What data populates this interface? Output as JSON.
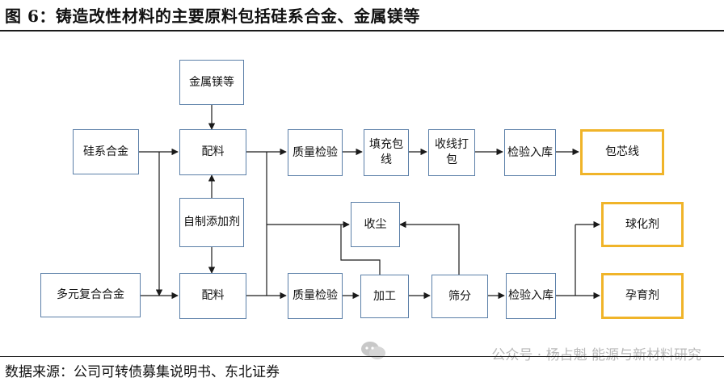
{
  "title": "图 6：铸造改性材料的主要原料包括硅系合金、金属镁等",
  "source": "数据来源：公司可转债募集说明书、东北证券",
  "watermark": "公众号 · 杨占魁 能源与新材料研究",
  "colors": {
    "box_border": "#5b7fa8",
    "output_border": "#f0b429",
    "arrow": "#1a1a1a"
  },
  "nodes": {
    "metal_mg": "金属镁等",
    "si_alloy": "硅系合金",
    "batching_top": "配料",
    "self_additive": "自制添加剂",
    "multi_alloy": "多元复合合金",
    "batching_bottom": "配料",
    "qc_top": "质量检验",
    "filling": "填充包线",
    "coiling": "收线打包",
    "inspect_top": "检验入库",
    "cored_wire": "包芯线",
    "dust": "收尘",
    "qc_bottom": "质量检验",
    "processing": "加工",
    "screening": "筛分",
    "inspect_bottom": "检验入库",
    "nodulizer": "球化剂",
    "inoculant": "孕育剂"
  }
}
